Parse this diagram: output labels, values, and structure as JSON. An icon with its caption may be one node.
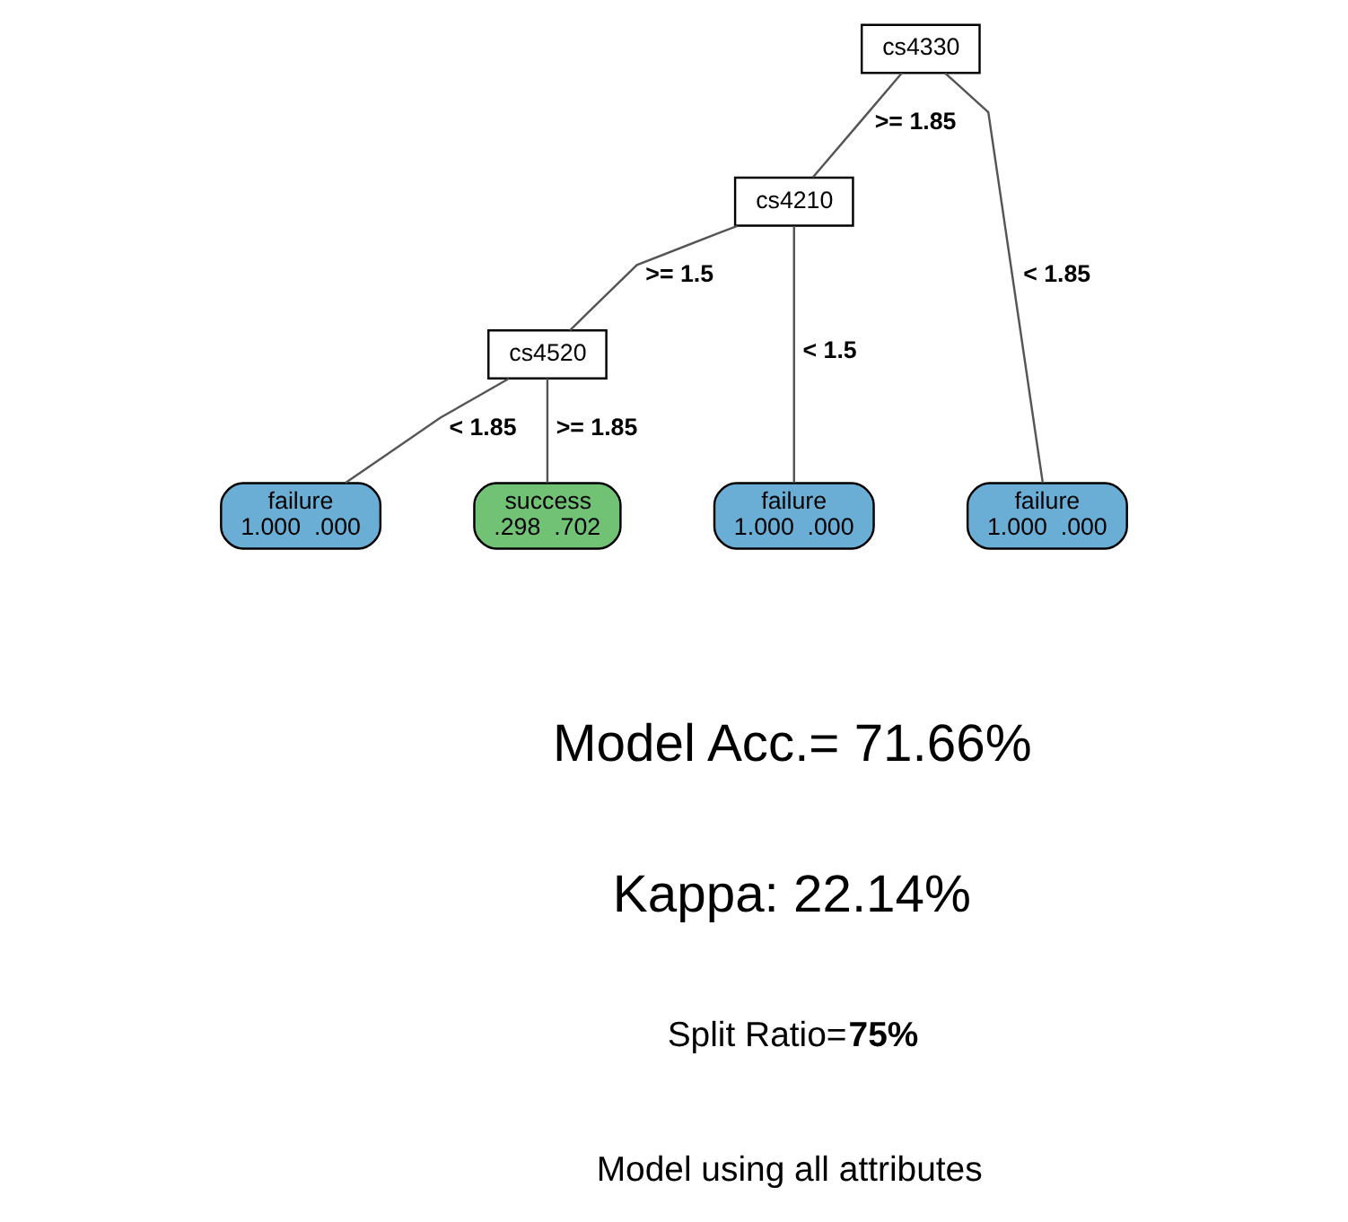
{
  "diagram": {
    "nodes": [
      {
        "text": [
          "cs4330"
        ]
      },
      {
        "text": [
          "cs4210"
        ]
      },
      {
        "text": [
          "cs4520"
        ]
      },
      {
        "text": [
          "failure",
          "1.000  .000"
        ]
      },
      {
        "text": [
          "failure",
          "1.000  .000"
        ]
      },
      {
        "text": [
          "failure",
          "1.000  .000"
        ]
      },
      {
        "text": [
          "success",
          ".298  .702"
        ]
      }
    ],
    "edges": [
      {
        "from": 0,
        "to": 3,
        "arrow": "none",
        "label": "< 1.85"
      },
      {
        "from": 0,
        "to": 1,
        "arrow": "none",
        "label": ">= 1.85"
      },
      {
        "from": 1,
        "to": 4,
        "arrow": "none",
        "label": "< 1.5"
      },
      {
        "from": 1,
        "to": 2,
        "arrow": "none",
        "label": ">= 1.5"
      },
      {
        "from": 2,
        "to": 5,
        "arrow": "none",
        "label": "< 1.85"
      },
      {
        "from": 2,
        "to": 6,
        "arrow": "none",
        "label": ">= 1.85"
      }
    ],
    "labels": [
      "Model Acc.= 71.66%",
      "Kappa: 22.14%",
      "Split Ratio=**75%**",
      "Model using all attributes"
    ]
  }
}
